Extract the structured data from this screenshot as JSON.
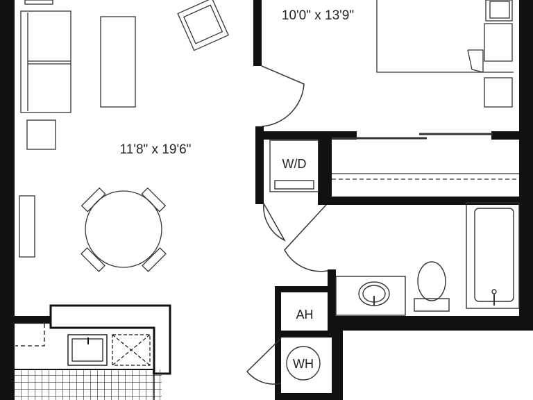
{
  "rooms": {
    "bedroom": {
      "dimensions": "10'0\" x 13'9\""
    },
    "living": {
      "dimensions": "11'8\" x 19'6\""
    }
  },
  "fixtures": {
    "washer_dryer": "W/D",
    "air_handler": "AH",
    "water_heater": "WH"
  },
  "colors": {
    "wall": "#111111",
    "line": "#333333",
    "paper": "#ffffff"
  }
}
